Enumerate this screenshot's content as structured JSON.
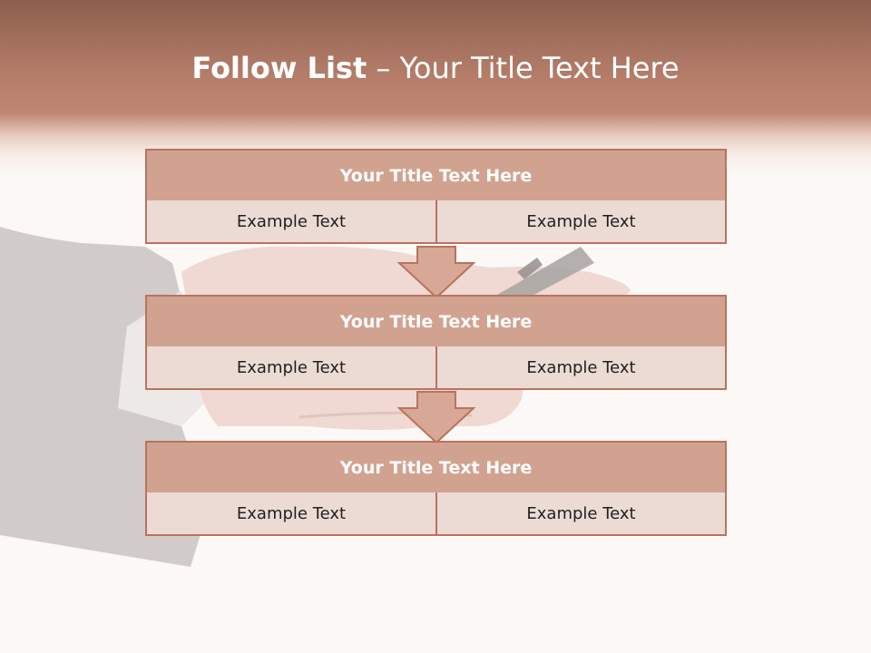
{
  "title": {
    "bold_part": "Follow List",
    "separator": " – ",
    "rest": "Your Title Text Here"
  },
  "blocks": [
    {
      "title": "Your Title Text Here",
      "left": "Example Text",
      "right": "Example Text"
    },
    {
      "title": "Your Title Text Here",
      "left": "Example Text",
      "right": "Example Text"
    },
    {
      "title": "Your Title Text Here",
      "left": "Example Text",
      "right": "Example Text"
    }
  ],
  "colors": {
    "header_top": "#8a5f4d",
    "header_bottom": "#c08672",
    "block_title_fill": "#d2a290",
    "cell_fill": "#ecdbd5",
    "border": "#b8735f",
    "arrow_fill": "#d7a895"
  }
}
